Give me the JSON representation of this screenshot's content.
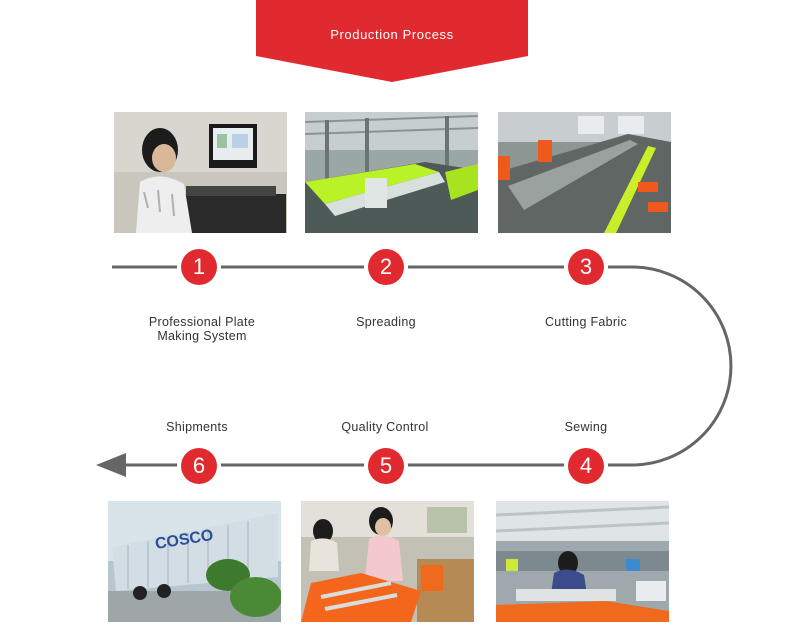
{
  "header": {
    "title": "Production Process"
  },
  "colors": {
    "accent": "#e02a2f",
    "line": "#666666"
  },
  "steps": [
    {
      "number": "1",
      "label_line1": "Professional Plate",
      "label_line2": "Making System",
      "photo": "plate-making-photo"
    },
    {
      "number": "2",
      "label_line1": "Spreading",
      "label_line2": "",
      "photo": "spreading-photo"
    },
    {
      "number": "3",
      "label_line1": "Cutting Fabric",
      "label_line2": "",
      "photo": "cutting-fabric-photo"
    },
    {
      "number": "4",
      "label_line1": "Sewing",
      "label_line2": "",
      "photo": "sewing-photo"
    },
    {
      "number": "5",
      "label_line1": "Quality Control",
      "label_line2": "",
      "photo": "quality-control-photo"
    },
    {
      "number": "6",
      "label_line1": "Shipments",
      "label_line2": "",
      "photo": "shipments-photo"
    }
  ],
  "shipments_photo": {
    "container_text": "COSCO"
  }
}
